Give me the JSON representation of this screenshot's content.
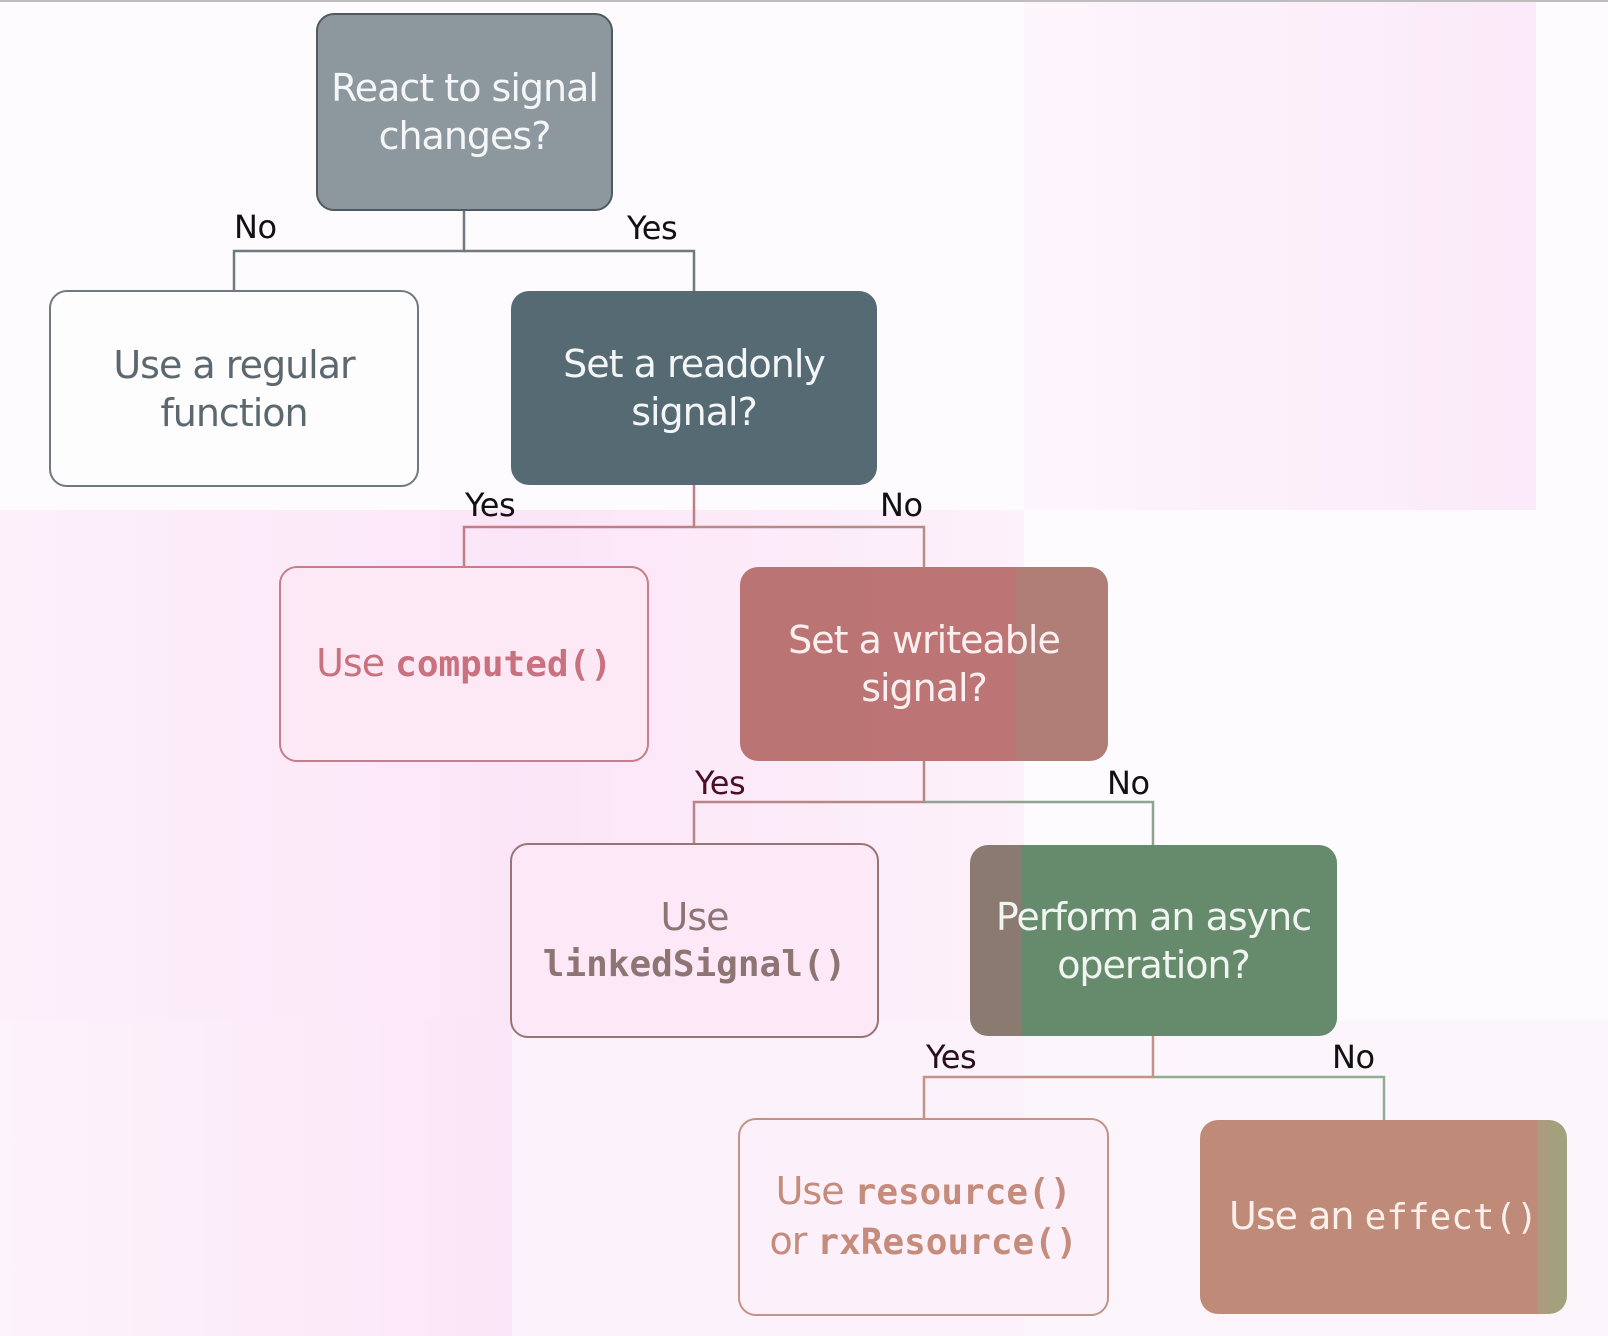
{
  "diagram": {
    "type": "decision-tree",
    "colors": {
      "root_fill": "#8c979e",
      "readonly_fill": "#566a74",
      "writeable_fill": "#ba7474",
      "async_fill": "#668a6c",
      "effect_fill": "#c08a78",
      "regular_text": "#5b6870",
      "computed_text": "#c9717f",
      "linked_text": "#8f7474",
      "resource_text": "#c58c7c",
      "light_text": "#fbf2f2"
    },
    "nodes": {
      "root": {
        "kind": "question",
        "lines": [
          "React to signal",
          "changes?"
        ]
      },
      "regular": {
        "kind": "answer",
        "lines": [
          "Use a regular",
          "function"
        ]
      },
      "readonly": {
        "kind": "question",
        "lines": [
          "Set a readonly",
          "signal?"
        ]
      },
      "computed": {
        "kind": "answer",
        "prefix": "Use ",
        "code": "computed()"
      },
      "writeable": {
        "kind": "question",
        "lines": [
          "Set a writeable",
          "signal?"
        ]
      },
      "linked": {
        "kind": "answer",
        "prefix": "Use",
        "code": "linkedSignal()"
      },
      "async": {
        "kind": "question",
        "lines": [
          "Perform an async",
          "operation?"
        ]
      },
      "resource": {
        "kind": "answer",
        "line1_prefix": "Use ",
        "line1_code": "resource()",
        "line2_prefix": "or ",
        "line2_code": "rxResource()"
      },
      "effect": {
        "kind": "answer",
        "prefix": "Use an ",
        "code": "effect()"
      }
    },
    "edges": [
      {
        "from": "root",
        "to": "regular",
        "label": "No"
      },
      {
        "from": "root",
        "to": "readonly",
        "label": "Yes"
      },
      {
        "from": "readonly",
        "to": "computed",
        "label": "Yes"
      },
      {
        "from": "readonly",
        "to": "writeable",
        "label": "No"
      },
      {
        "from": "writeable",
        "to": "linked",
        "label": "Yes"
      },
      {
        "from": "writeable",
        "to": "async",
        "label": "No"
      },
      {
        "from": "async",
        "to": "resource",
        "label": "Yes"
      },
      {
        "from": "async",
        "to": "effect",
        "label": "No"
      }
    ]
  }
}
